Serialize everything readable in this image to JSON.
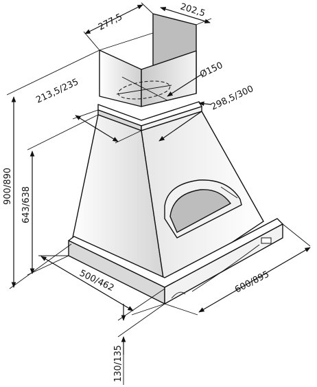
{
  "dimensions": {
    "chimney_depth": "277,5",
    "chimney_width": "202,5",
    "duct_diameter": "Ø150",
    "outlet_range": "298,5/300",
    "top_width_range": "213,5/235",
    "total_height": "900/890",
    "body_height": "643/638",
    "base_depth": "500/462",
    "base_width": "600/895",
    "base_height": "130/135"
  }
}
